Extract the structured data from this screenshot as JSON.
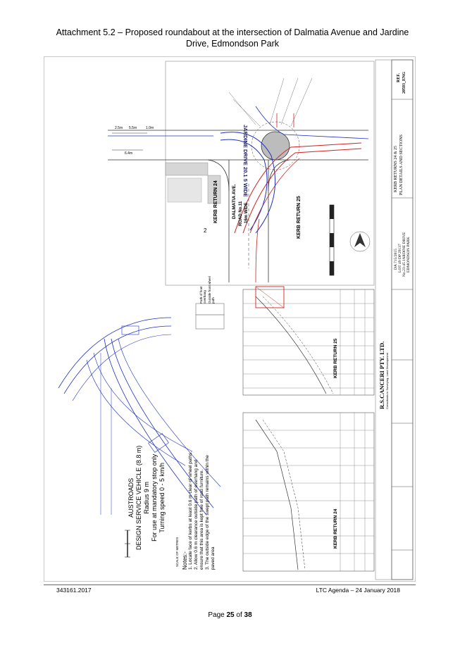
{
  "header": {
    "title_line1": "Attachment 5.2 – Proposed roundabout at the intersection of Dalmatia Avenue and Jardine",
    "title_line2": "Drive, Edmondson Park"
  },
  "drawing": {
    "street_jardine": "JARDINE DRIVE 20.1 5 WIDE",
    "street_dalmatia": "DALMATIA AVE.",
    "road_no": "ROAD No.11",
    "road_width": "16m WIDE",
    "kerb_return_24": "KERB RETURN 24",
    "kerb_return_25": "KERB RETURN 25",
    "lot_label": "2",
    "vehicle_title": "AUSTROADS",
    "vehicle_name": "DESIGN SERVICE VEHICLE (8.8 m)",
    "vehicle_radius": "Radius 9 m",
    "vehicle_use": "For use at mandatory stop only",
    "vehicle_speed": "Turning speed 0 - 5 km/h",
    "scale_label": "SCALE OF METRES",
    "notes_heading": "Notes:-",
    "note_1": "1. Locate face of kerbs at least 0.6 m clear of wheel paths.",
    "note_2": "2. Allow 0.6 m clearance outside path of overhang and",
    "note_2b": "   ensure that this area is kept free of road furniture.",
    "note_3": "3. The outside edge of the swept path remains within the",
    "note_3b": "   paved area",
    "firm_name": "R.S.CANCERI PTY. LTD.",
    "firm_sub": "Consultants in Surveying, Land Development",
    "plan_title_1": "KERB RETURNS 24 & 25",
    "plan_title_2": "PLAN DETAILS AND SECTIONS",
    "da_ref": "DA 715/2015",
    "lot_ref": "LOT 49 DP 29137",
    "address": "No.23-45 JARDINE DRIVE",
    "suburb": "EDMONDSON PARK",
    "ref_label": "REF.",
    "ref_no": "20593_ENG",
    "dim_a": "2.5m",
    "dim_b": "5.5m",
    "dim_c": "1.0m",
    "dim_d": "6.4m",
    "path_label": "Path of front overhang",
    "wheel_label": "Outside front wheel path"
  },
  "footer": {
    "doc_id": "343161.2017",
    "agenda": "LTC Agenda – 24 January 2018",
    "page_prefix": "Page ",
    "page_current": "25",
    "page_of": " of ",
    "page_total": "38"
  }
}
